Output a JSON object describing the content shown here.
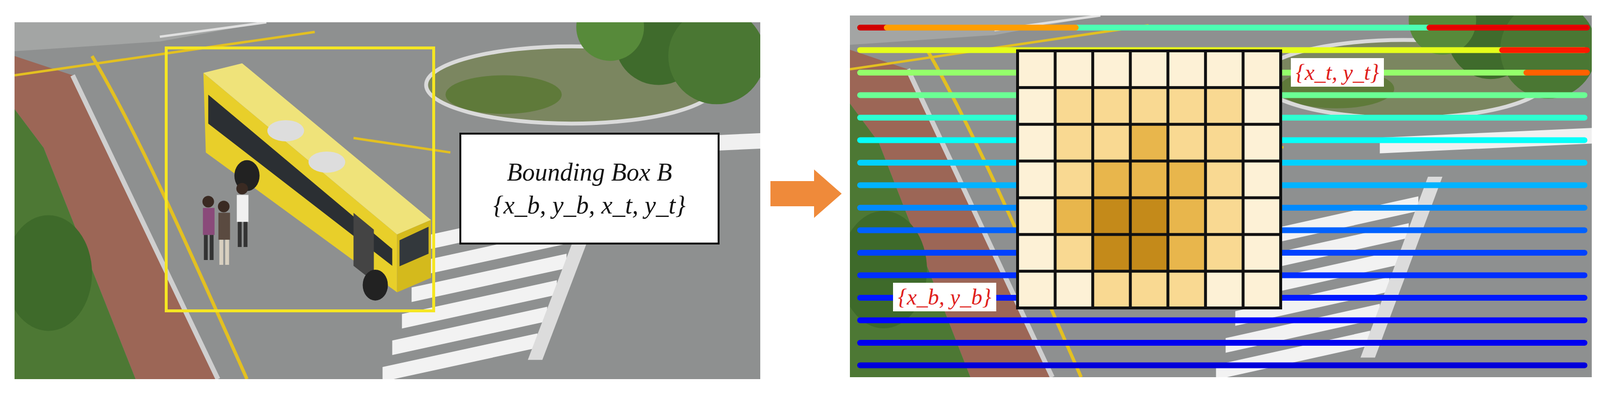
{
  "diagram": {
    "nodes": [
      {
        "text": [
          "Bounding Box B",
          "{x_b, y_b, x_t, y_t}"
        ]
      }
    ],
    "labels": [
      "{x_t, y_t}",
      "{x_b, y_b}"
    ]
  }
}
